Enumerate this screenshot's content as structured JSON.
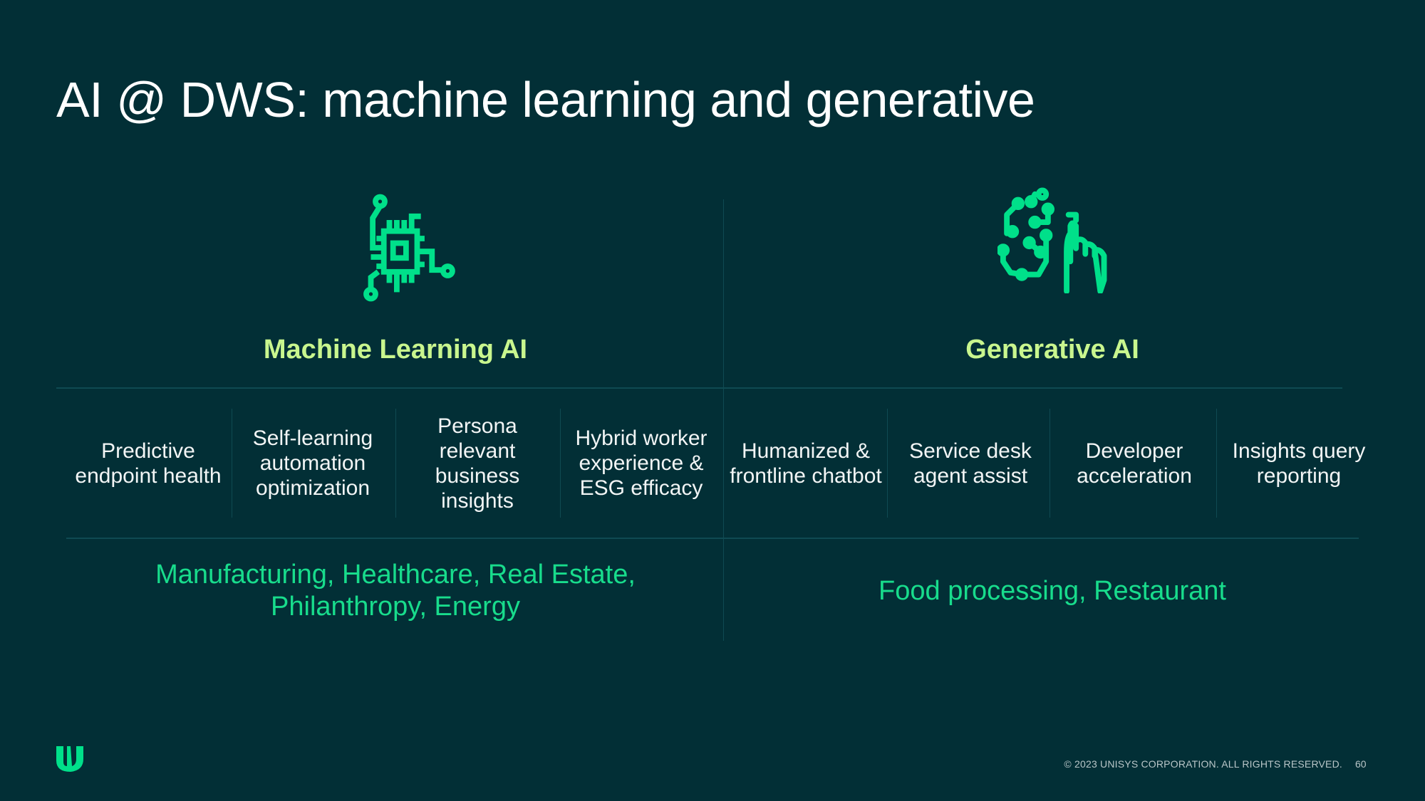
{
  "title": "AI @ DWS: machine learning and generative",
  "sections": [
    {
      "heading": "Machine Learning AI",
      "icon": "chip-circuit-icon",
      "use_cases": [
        "Predictive endpoint health",
        "Self-learning automation optimization",
        "Persona relevant business insights",
        "Hybrid worker experience & ESG efficacy"
      ],
      "industries": [
        "Manufacturing, Healthcare, Real Estate,",
        "Philanthropy, Energy"
      ]
    },
    {
      "heading": "Generative AI",
      "icon": "brain-hand-icon",
      "use_cases": [
        "Humanized & frontline chatbot",
        "Service desk agent assist",
        "Developer acceleration",
        "Insights query reporting"
      ],
      "industries": [
        "Food processing, Restaurant"
      ]
    }
  ],
  "footer": {
    "copyright": "© 2023 UNISYS CORPORATION. ALL RIGHTS RESERVED.",
    "page_number": "60"
  },
  "colors": {
    "background": "#022f36",
    "accent": "#00e08a",
    "heading": "#c9f68e"
  }
}
